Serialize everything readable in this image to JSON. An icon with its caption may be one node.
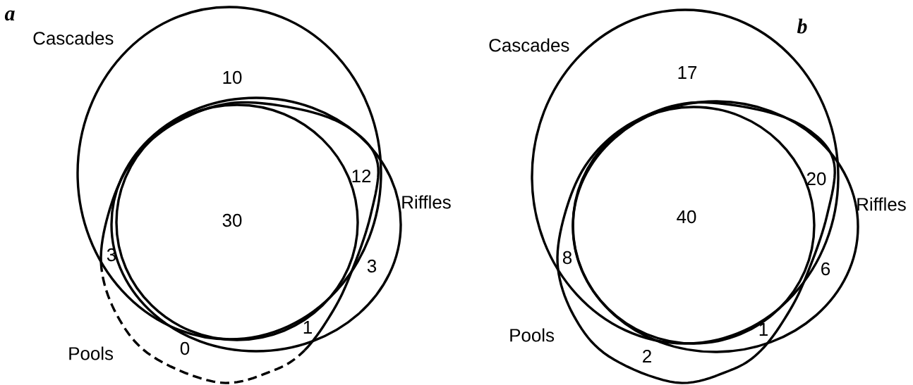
{
  "diagram": {
    "nodes": [
      {
        "text": [
          "Cascades"
        ]
      },
      {
        "text": [
          "Riffles"
        ]
      },
      {
        "text": [
          "Pools"
        ]
      },
      {
        "text": [],
        "shape": "circle",
        "in": 1
      },
      {
        "text": [
          "Cascades"
        ]
      },
      {
        "text": [
          "Riffles"
        ]
      },
      {
        "text": [
          "Pools"
        ]
      },
      {
        "text": [],
        "shape": "circle",
        "in": 5
      }
    ],
    "labels": [
      "a",
      "10",
      "12",
      "30",
      "3",
      "3",
      "1",
      "0",
      "b",
      "17",
      "20",
      "40",
      "8",
      "6",
      "1",
      "2"
    ]
  }
}
